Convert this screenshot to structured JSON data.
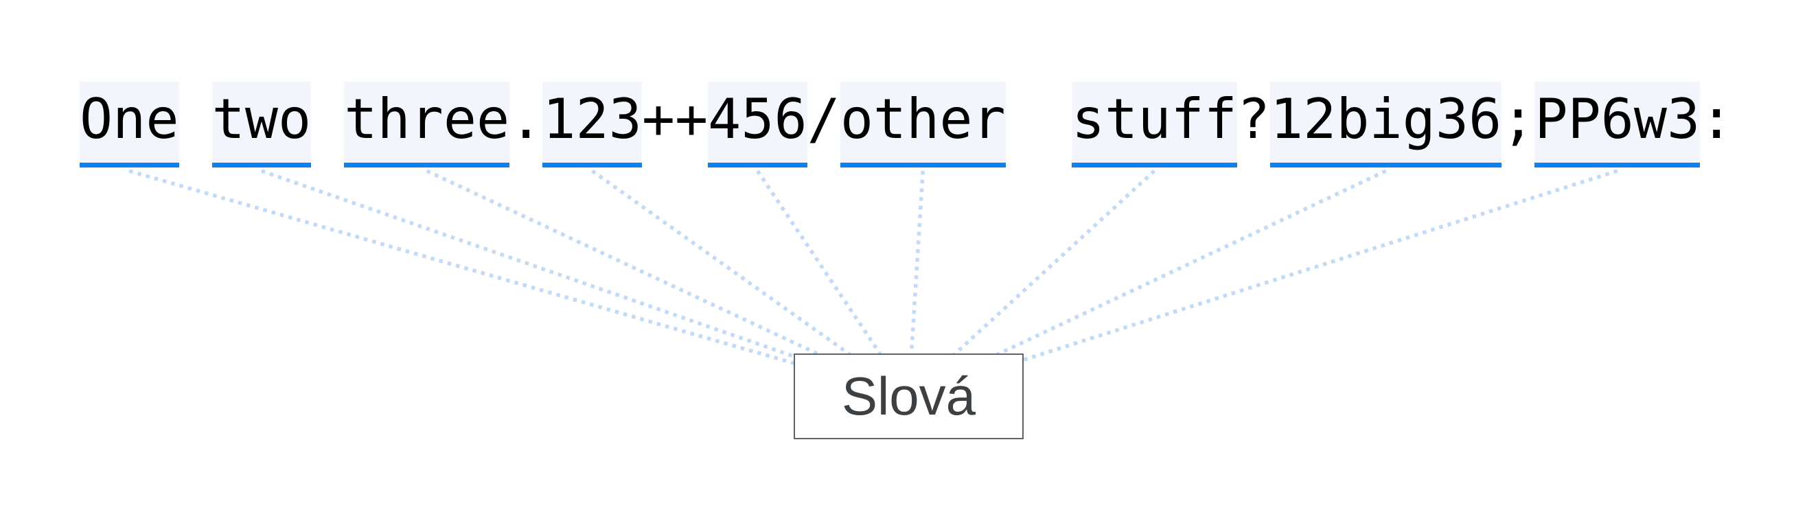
{
  "diagram": {
    "sentence": {
      "segments": [
        {
          "text": "One",
          "word": true
        },
        {
          "text": " ",
          "word": false
        },
        {
          "text": "two",
          "word": true
        },
        {
          "text": " ",
          "word": false
        },
        {
          "text": "three",
          "word": true
        },
        {
          "text": ".",
          "word": false
        },
        {
          "text": "123",
          "word": true
        },
        {
          "text": "++",
          "word": false
        },
        {
          "text": "456",
          "word": true
        },
        {
          "text": "/",
          "word": false
        },
        {
          "text": "other",
          "word": true
        },
        {
          "text": "  ",
          "word": false
        },
        {
          "text": "stuff",
          "word": true
        },
        {
          "text": "?",
          "word": false
        },
        {
          "text": "12big36",
          "word": true
        },
        {
          "text": ";",
          "word": false
        },
        {
          "text": "PP6w3",
          "word": true
        },
        {
          "text": ":",
          "word": false
        }
      ]
    },
    "label_box": {
      "text": "Slová"
    },
    "colors": {
      "page_background": "#ffffff",
      "token_background": "#f2f5fb",
      "token_underline": "#0c82f0",
      "token_text": "#000000",
      "connector": "#c2daf5",
      "box_border": "#5f6368",
      "box_background": "#ffffff",
      "box_text": "#3c4043"
    }
  }
}
